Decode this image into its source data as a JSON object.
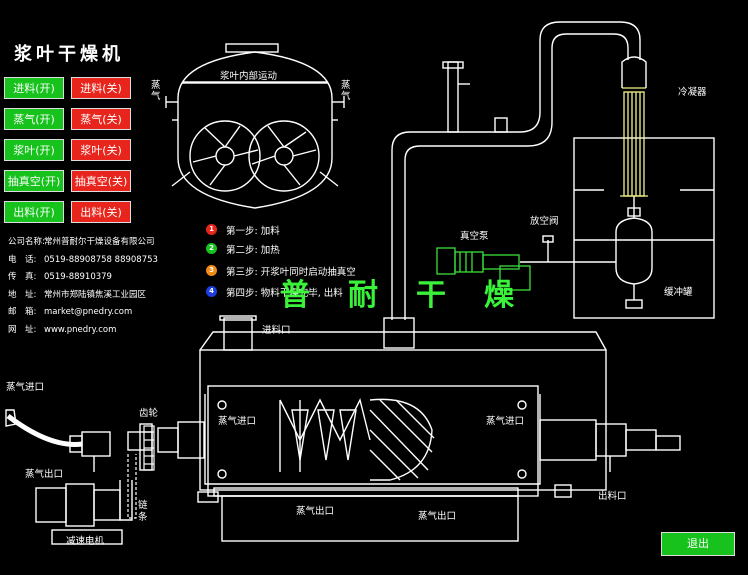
{
  "title": "浆叶干燥机",
  "buttons": [
    {
      "on": "进料(开)",
      "off": "进料(关)"
    },
    {
      "on": "蒸气(开)",
      "off": "蒸气(关)"
    },
    {
      "on": "浆叶(开)",
      "off": "浆叶(关)"
    },
    {
      "on": "抽真空(开)",
      "off": "抽真空(关)"
    },
    {
      "on": "出料(开)",
      "off": "出料(关)"
    }
  ],
  "company": [
    {
      "k": "公司名称:",
      "v": "常州普耐尔干燥设备有限公司"
    },
    {
      "k": "电　话:",
      "v": "0519-88908758 88908753"
    },
    {
      "k": "传　真:",
      "v": "0519-88910379"
    },
    {
      "k": "地　址:",
      "v": "常州市郑陆镇焦溪工业园区"
    },
    {
      "k": "邮　箱:",
      "v": "market@pnedry.com"
    },
    {
      "k": "网　址:",
      "v": "www.pnedry.com"
    }
  ],
  "steps": [
    {
      "num": "1",
      "color": "#e8251c",
      "text": "第一步: 加料"
    },
    {
      "num": "2",
      "color": "#16c21b",
      "text": "第二步: 加热"
    },
    {
      "num": "3",
      "color": "#f08a12",
      "text": "第三步: 开浆叶同时启动抽真空"
    },
    {
      "num": "4",
      "color": "#1c3ee0",
      "text": "第四步: 物料干燥完毕, 出料"
    }
  ],
  "labels": {
    "inner": "浆叶内部运动",
    "steam_left": "蒸气",
    "steam_right": "蒸气",
    "condenser": "冷凝器",
    "vacuum_pump": "真空泵",
    "vent_valve": "放空阀",
    "buffer_tank": "缓冲罐",
    "feed_inlet": "进料口",
    "steam_in_left": "蒸气进口",
    "gear": "齿轮",
    "steam_out_left": "蒸气出口",
    "chain": "链条",
    "motor": "减速电机",
    "steam_in_1": "蒸气进口",
    "steam_in_2": "蒸气进口",
    "steam_out_1": "蒸气出口",
    "steam_out_2": "蒸气出口",
    "discharge": "出料口"
  },
  "watermark": [
    "普",
    "耐",
    "干",
    "燥"
  ],
  "exit_label": "退出"
}
